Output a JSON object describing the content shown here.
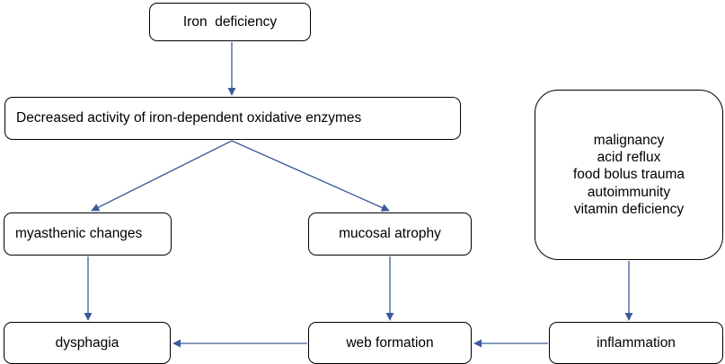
{
  "diagram": {
    "nodes": {
      "iron_deficiency": "Iron  deficiency",
      "decreased_activity": "Decreased activity of iron-dependent oxidative enzymes",
      "myasthenic_changes": "myasthenic changes",
      "mucosal_atrophy": "mucosal atrophy",
      "dysphagia": "dysphagia",
      "web_formation": "web formation",
      "inflammation": "inflammation",
      "causes": [
        "malignancy",
        "acid reflux",
        "food bolus trauma",
        "autoimmunity",
        "vitamin deficiency"
      ]
    },
    "edges": [
      {
        "from": "iron_deficiency",
        "to": "decreased_activity"
      },
      {
        "from": "decreased_activity",
        "to": "myasthenic_changes"
      },
      {
        "from": "decreased_activity",
        "to": "mucosal_atrophy"
      },
      {
        "from": "myasthenic_changes",
        "to": "dysphagia"
      },
      {
        "from": "mucosal_atrophy",
        "to": "web_formation"
      },
      {
        "from": "causes",
        "to": "inflammation"
      },
      {
        "from": "inflammation",
        "to": "web_formation"
      },
      {
        "from": "web_formation",
        "to": "dysphagia"
      }
    ],
    "colors": {
      "arrow": "#3b5a9a",
      "border": "#000000",
      "text": "#000000"
    }
  }
}
